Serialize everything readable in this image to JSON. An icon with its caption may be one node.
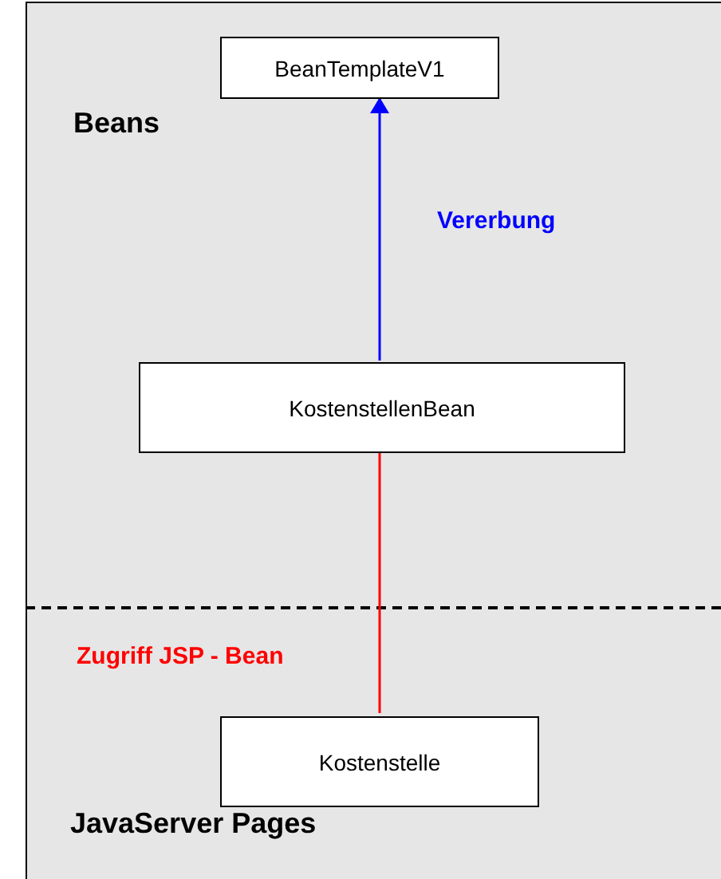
{
  "diagram": {
    "nodes": [
      {
        "text": [
          "Beans"
        ]
      },
      {
        "text": [
          "BeanTemplateV1"
        ],
        "in": 0
      },
      {
        "text": [
          "KostenstellenBean"
        ],
        "in": 0
      },
      {
        "text": [
          "JavaServer Pages"
        ]
      },
      {
        "text": [
          "Kostenstelle"
        ],
        "in": 3
      }
    ],
    "edges": [
      {
        "from": 2,
        "to": 1,
        "arrow": "to",
        "label": "Vererbung",
        "color": "#0000ff"
      },
      {
        "from": 2,
        "to": 4,
        "arrow": "none",
        "label": "Zugriff JSP - Bean",
        "color": "#ff0000"
      }
    ]
  }
}
